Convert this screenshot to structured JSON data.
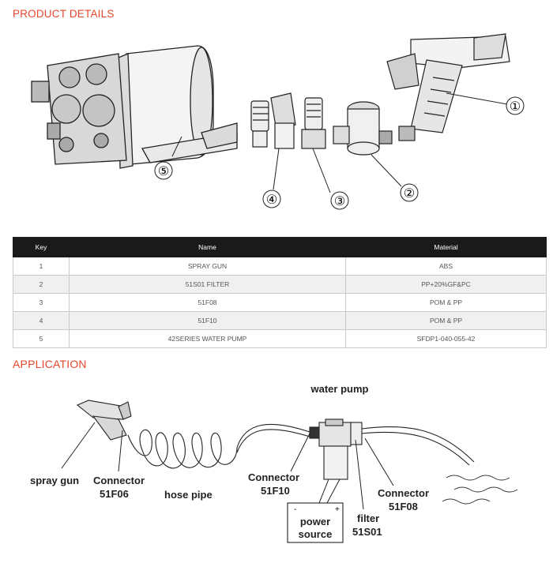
{
  "sections": {
    "product_details": "PRODUCT DETAILS",
    "application": "APPLICATION"
  },
  "part_numbers": [
    "①",
    "②",
    "③",
    "④",
    "⑤"
  ],
  "table": {
    "headers": [
      "Key",
      "Name",
      "Material"
    ],
    "rows": [
      [
        "1",
        "SPRAY GUN",
        "ABS"
      ],
      [
        "2",
        "51S01 FILTER",
        "PP+20%GF&PC"
      ],
      [
        "3",
        "51F08",
        "POM & PP"
      ],
      [
        "4",
        "51F10",
        "POM & PP"
      ],
      [
        "5",
        "42SERIES WATER PUMP",
        "SFDP1-040-055-42"
      ]
    ]
  },
  "diagram_labels": {
    "water_pump": "water pump",
    "spray_gun": "spray gun",
    "connector_51f06": [
      "Connector",
      "51F06"
    ],
    "hose_pipe": "hose pipe",
    "connector_51f10": [
      "Connector",
      "51F10"
    ],
    "filter_51s01": [
      "filter",
      "51S01"
    ],
    "connector_51f08": [
      "Connector",
      "51F08"
    ],
    "power_source": [
      "power",
      "source"
    ],
    "minus": "-",
    "plus": "+"
  },
  "colors": {
    "accent": "#e8472c",
    "table_header": "#1a1a1a"
  }
}
